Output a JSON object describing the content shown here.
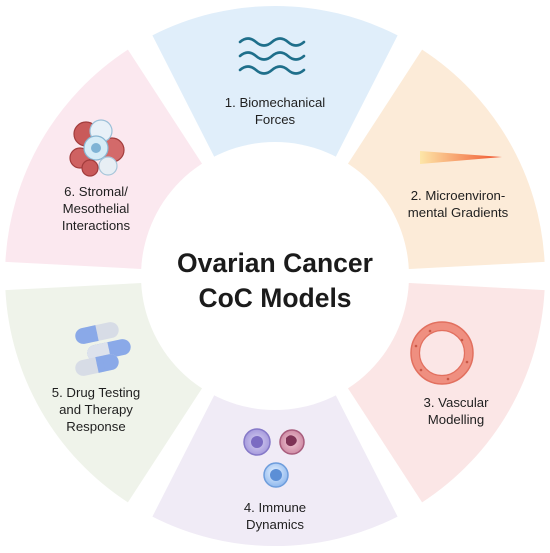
{
  "center": {
    "title": "Ovarian Cancer\nCoC Models"
  },
  "segments": [
    {
      "label": "1. Biomechanical\nForces",
      "icon": "waves-icon",
      "color": "#e0eefa"
    },
    {
      "label": "2. Microenviron-\nmental Gradients",
      "icon": "gradient-wedge-icon",
      "color": "#fcebd8"
    },
    {
      "label": "3. Vascular\nModelling",
      "icon": "vessel-ring-icon",
      "color": "#fbe6e6"
    },
    {
      "label": "4. Immune\nDynamics",
      "icon": "immune-cells-icon",
      "color": "#f0ebf6"
    },
    {
      "label": "5. Drug Testing\nand Therapy\nResponse",
      "icon": "capsules-icon",
      "color": "#eff3ea"
    },
    {
      "label": "6. Stromal/\nMesothelial\nInteractions",
      "icon": "cell-cluster-icon",
      "color": "#fbe8ef"
    }
  ],
  "colors": {
    "wave": "#1f6f8b",
    "gradient_start": "#fde6a8",
    "gradient_end": "#f0512b",
    "vessel": "#ef8f80",
    "capsule": "#8aa9e8",
    "title": "#1b1b1b"
  }
}
